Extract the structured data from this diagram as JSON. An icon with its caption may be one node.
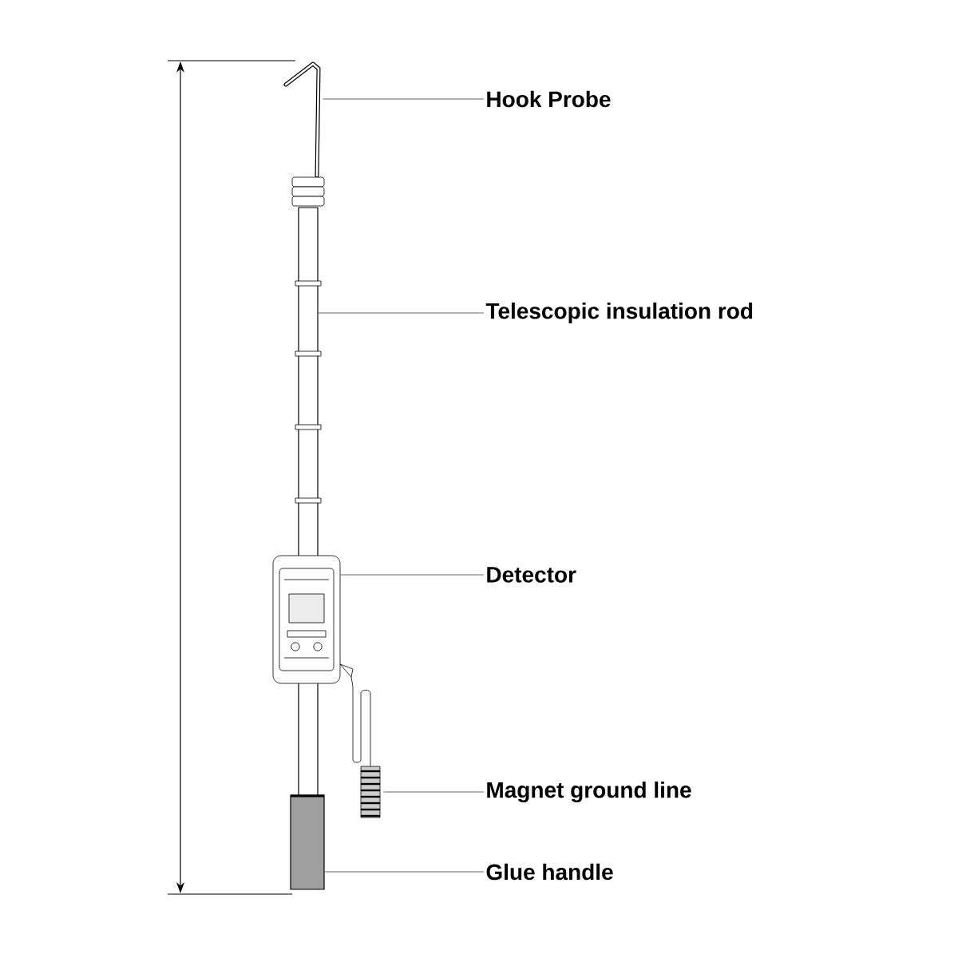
{
  "diagram": {
    "nodes": [
      {
        "text": [
          "Hook Probe"
        ]
      },
      {
        "text": [
          "Telescopic insulation rod"
        ]
      },
      {
        "text": [
          "Detector"
        ]
      },
      {
        "text": [
          "Magnet ground line"
        ]
      },
      {
        "text": [
          "Glue handle"
        ]
      },
      {
        "text": [],
        "shape": "picture"
      },
      {
        "text": [],
        "shape": "bar"
      },
      {
        "text": [],
        "shape": "picture"
      },
      {
        "text": [],
        "shape": "picture"
      },
      {
        "text": [],
        "shape": "bar"
      }
    ],
    "edges": [
      {
        "from": 0,
        "to": 5,
        "arrow": "none"
      },
      {
        "from": 1,
        "to": 6,
        "arrow": "none"
      },
      {
        "from": 2,
        "to": 7,
        "arrow": "none"
      },
      {
        "from": 3,
        "to": 8,
        "arrow": "none"
      },
      {
        "from": 4,
        "to": 9,
        "arrow": "none"
      }
    ]
  }
}
